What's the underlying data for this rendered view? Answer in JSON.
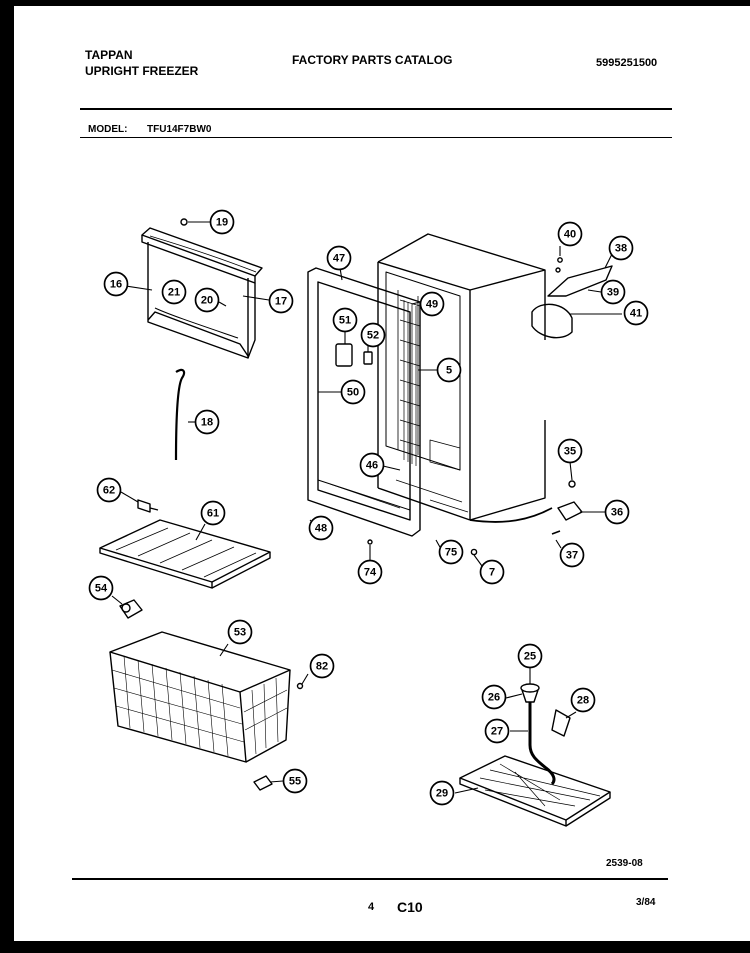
{
  "header": {
    "brand": "TAPPAN",
    "product": "UPRIGHT FREEZER",
    "catalog_title": "FACTORY PARTS CATALOG",
    "catalog_number": "5995251500",
    "model_label": "MODEL:",
    "model_number": "TFU14F7BW0"
  },
  "parts": [
    {
      "id": "p19",
      "label": "19"
    },
    {
      "id": "p16",
      "label": "16"
    },
    {
      "id": "p21",
      "label": "21"
    },
    {
      "id": "p20",
      "label": "20"
    },
    {
      "id": "p17",
      "label": "17"
    },
    {
      "id": "p18",
      "label": "18"
    },
    {
      "id": "p47",
      "label": "47"
    },
    {
      "id": "p49",
      "label": "49"
    },
    {
      "id": "p51",
      "label": "51"
    },
    {
      "id": "p52",
      "label": "52"
    },
    {
      "id": "p5",
      "label": "5"
    },
    {
      "id": "p50",
      "label": "50"
    },
    {
      "id": "p46",
      "label": "46"
    },
    {
      "id": "p48",
      "label": "48"
    },
    {
      "id": "p75",
      "label": "75"
    },
    {
      "id": "p74",
      "label": "74"
    },
    {
      "id": "p7",
      "label": "7"
    },
    {
      "id": "p40",
      "label": "40"
    },
    {
      "id": "p38",
      "label": "38"
    },
    {
      "id": "p39",
      "label": "39"
    },
    {
      "id": "p41",
      "label": "41"
    },
    {
      "id": "p35",
      "label": "35"
    },
    {
      "id": "p36",
      "label": "36"
    },
    {
      "id": "p37",
      "label": "37"
    },
    {
      "id": "p62",
      "label": "62"
    },
    {
      "id": "p61",
      "label": "61"
    },
    {
      "id": "p54",
      "label": "54"
    },
    {
      "id": "p53",
      "label": "53"
    },
    {
      "id": "p82",
      "label": "82"
    },
    {
      "id": "p55",
      "label": "55"
    },
    {
      "id": "p25",
      "label": "25"
    },
    {
      "id": "p26",
      "label": "26"
    },
    {
      "id": "p28",
      "label": "28"
    },
    {
      "id": "p27",
      "label": "27"
    },
    {
      "id": "p29",
      "label": "29"
    }
  ],
  "footer": {
    "drawing_number": "2539-08",
    "page_number": "4",
    "section": "C10",
    "date": "3/84"
  }
}
